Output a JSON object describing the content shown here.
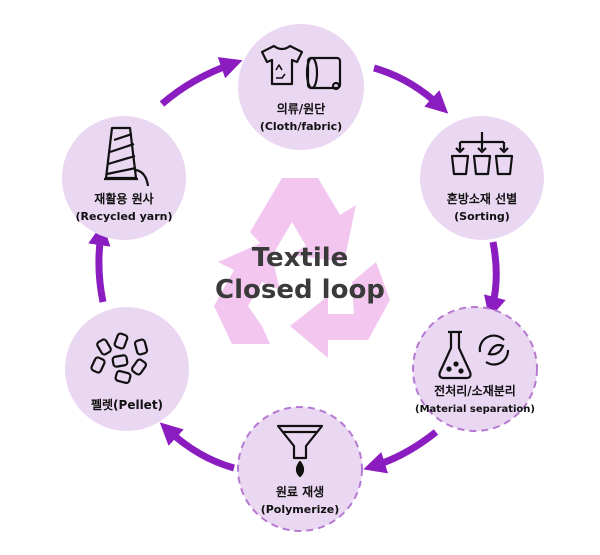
{
  "center": {
    "line1": "Textile",
    "line2": "Closed loop"
  },
  "nodes": {
    "cloth": {
      "ko": "의류/원단",
      "en": "(Cloth/fabric)"
    },
    "sorting": {
      "ko": "혼방소재 선별",
      "en": "(Sorting)"
    },
    "separation": {
      "ko": "전처리/소재분리",
      "en": "(Material separation)"
    },
    "polymerize": {
      "ko": "원료 재생",
      "en": "(Polymerize)"
    },
    "pellet": {
      "ko": "펠렛(Pellet)"
    },
    "yarn": {
      "ko": "재활용 원사",
      "en": "(Recycled yarn)"
    }
  },
  "colors": {
    "node_fill": "#ead7f2",
    "arrow": "#8a1cc0",
    "dashed_border": "#b67ad1",
    "recycle": "#f2c6ef"
  }
}
